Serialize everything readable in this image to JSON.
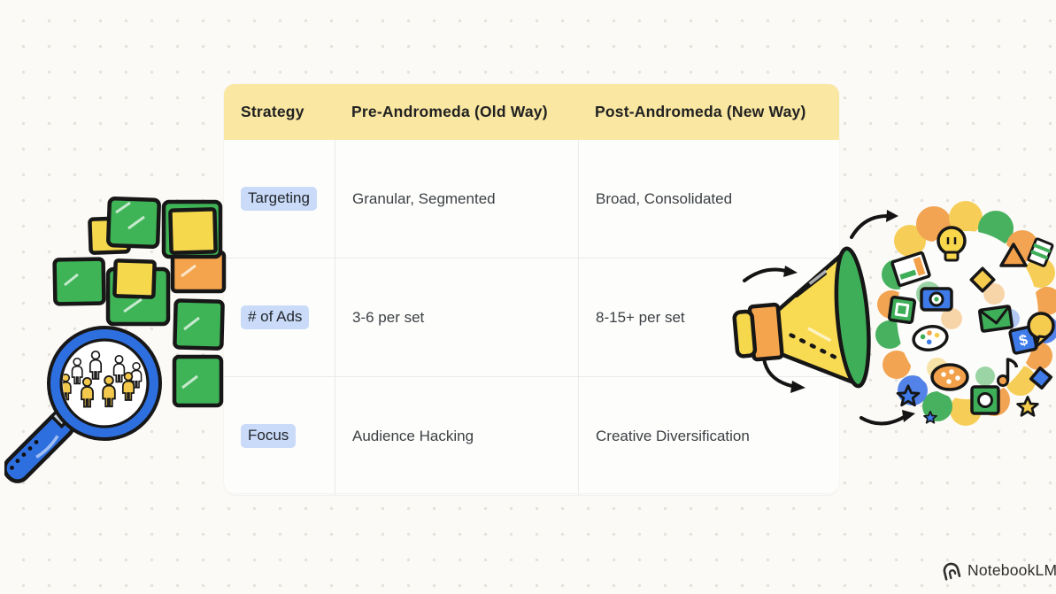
{
  "table": {
    "columns": [
      "Strategy",
      "Pre-Andromeda (Old Way)",
      "Post-Andromeda (New Way)"
    ],
    "rows": [
      {
        "label": "Targeting",
        "old_way": "Granular, Segmented",
        "new_way": "Broad, Consolidated"
      },
      {
        "label": "# of Ads",
        "old_way": "3-6 per set",
        "new_way": "8-15+ per set"
      },
      {
        "label": "Focus",
        "old_way": "Audience Hacking",
        "new_way": "Creative Diversification"
      }
    ]
  },
  "branding": {
    "logo_text": "NotebookLM"
  },
  "colors": {
    "canvas_bg": "#FCFAF6",
    "header_bg": "#F9E7A2",
    "label_highlight": "#C9DBF8",
    "ink": "#1A1A1A",
    "text": "#3C4043",
    "green": "#3FAE58",
    "yellow": "#F6CF4F",
    "orange": "#F2A04A",
    "blue": "#2E6FE0"
  },
  "icons": {
    "left_illustration": "audience-magnifier",
    "right_illustration": "megaphone-idea-cloud",
    "logo_icon": "notebooklm-logo"
  }
}
